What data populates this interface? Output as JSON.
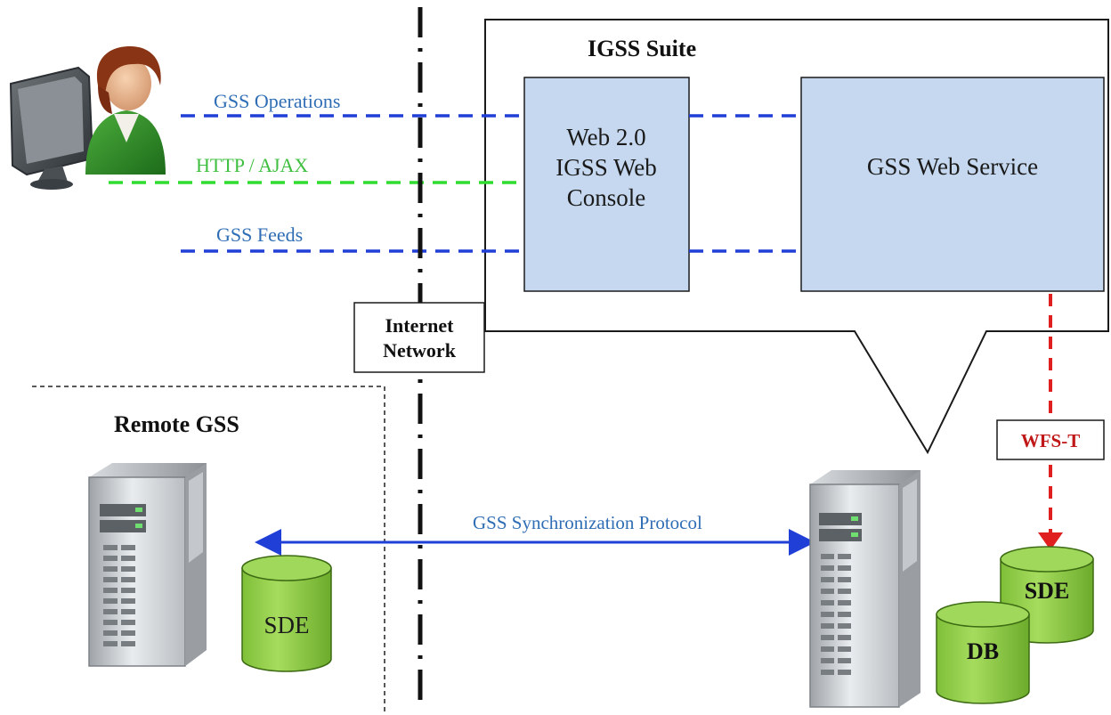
{
  "suite": {
    "title": "IGSS Suite"
  },
  "console_box": {
    "line1": "Web 2.0",
    "line2": "IGSS Web",
    "line3": "Console"
  },
  "service_box": {
    "label": "GSS Web Service"
  },
  "network_box": {
    "line1": "Internet",
    "line2": "Network"
  },
  "remote": {
    "title": "Remote GSS"
  },
  "links": {
    "operations": "GSS Operations",
    "http": "HTTP / AJAX",
    "feeds": "GSS Feeds",
    "sync": "GSS Synchronization Protocol",
    "wfs": "WFS-T"
  },
  "databases": {
    "remote_sde": "SDE",
    "local_sde": "SDE",
    "local_db": "DB"
  },
  "colors": {
    "blue_link": "#1f3fd6",
    "blue_text": "#2f6db5",
    "green_link": "#2fdc2f",
    "green_text": "#3fbf3f",
    "red_link": "#e02020",
    "red_text": "#c01818",
    "box_fill": "#c5d8ef",
    "db_fill": "#92cf4a"
  }
}
